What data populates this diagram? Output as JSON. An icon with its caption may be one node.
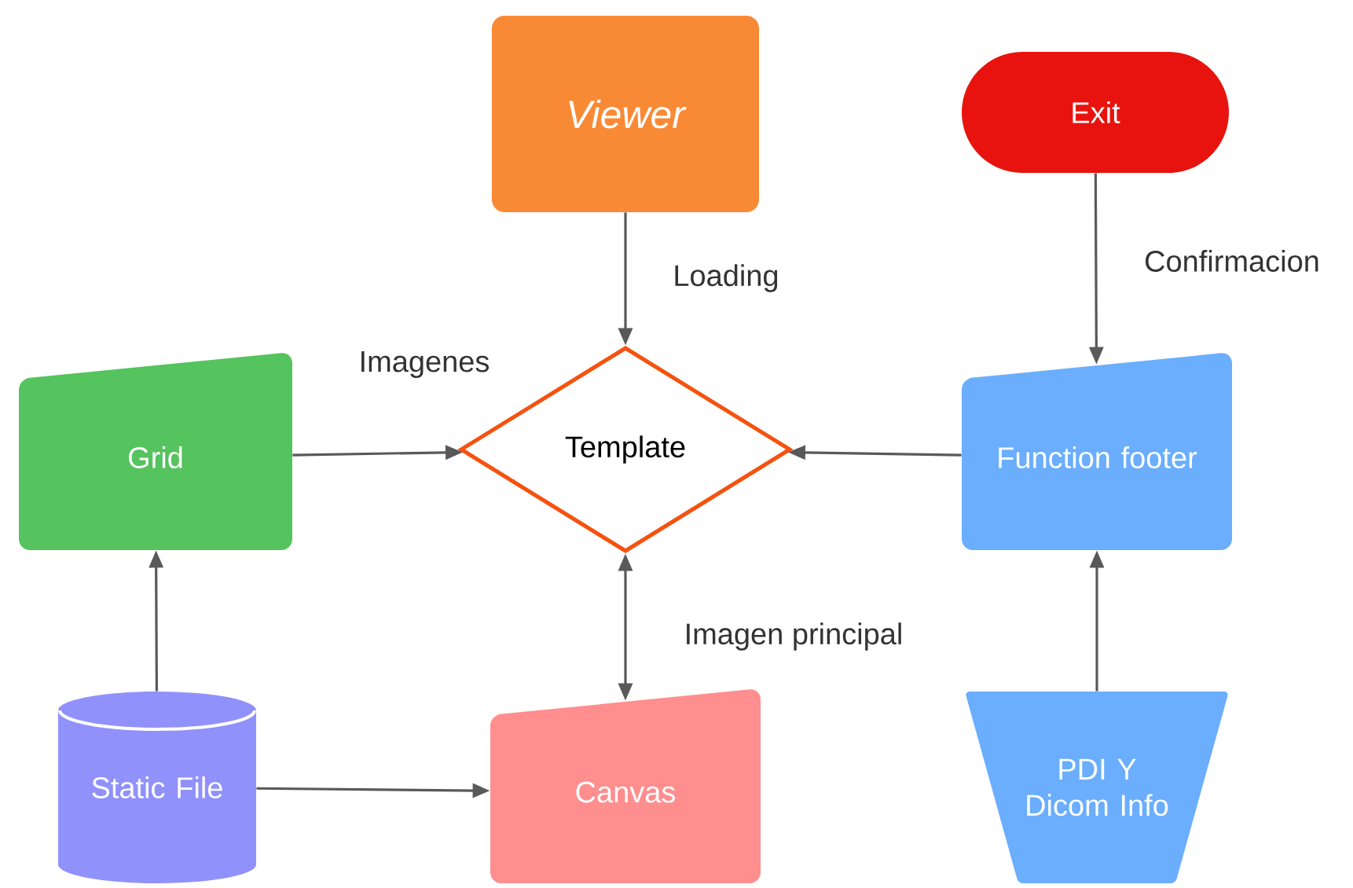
{
  "diagram": {
    "nodes": [
      {
        "text": [
          "Viewer"
        ]
      },
      {
        "text": [
          "Exit"
        ]
      },
      {
        "text": [
          "Grid"
        ]
      },
      {
        "text": [
          "Template"
        ]
      },
      {
        "text": [
          "Function footer"
        ]
      },
      {
        "text": [
          "Static File"
        ]
      },
      {
        "text": [
          "Canvas"
        ]
      },
      {
        "text": [
          "PDI Y Dicom Info"
        ]
      }
    ],
    "edges": [
      {
        "from": 0,
        "to": 3,
        "arrow": "to",
        "label": "Loading"
      },
      {
        "from": 1,
        "to": 4,
        "arrow": "to",
        "label": "Confirmacion"
      },
      {
        "from": 2,
        "to": 3,
        "arrow": "to",
        "label": "Imagenes"
      },
      {
        "from": 4,
        "to": 3,
        "arrow": "to"
      },
      {
        "from": 3,
        "to": 6,
        "arrow": "both",
        "label": "Imagen principal"
      },
      {
        "from": 5,
        "to": 2,
        "arrow": "to"
      },
      {
        "from": 5,
        "to": 6,
        "arrow": "to"
      },
      {
        "from": 7,
        "to": 4,
        "arrow": "to"
      }
    ]
  }
}
